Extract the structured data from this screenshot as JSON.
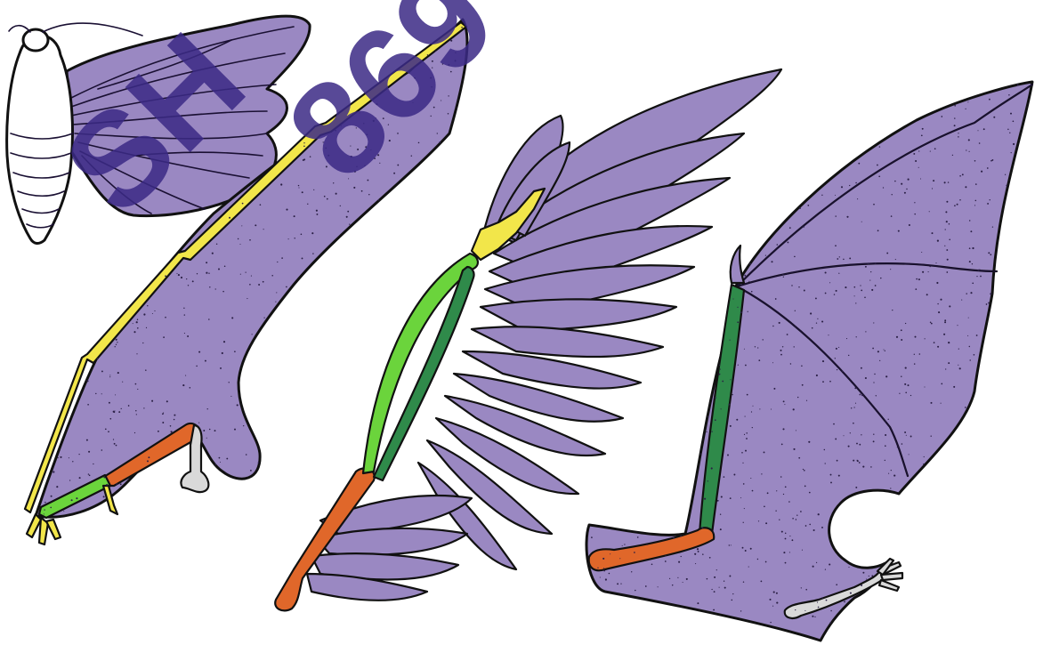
{
  "watermark": {
    "text_left": "SH",
    "text_right": "869"
  },
  "colors": {
    "membrane": "#9a88c2",
    "wing_vein": "#1a1033",
    "bone_yellow": "#f2e64a",
    "bone_orange": "#e0672a",
    "bone_green_light": "#6bd43c",
    "bone_green_dark": "#2f8a4a",
    "bone_gray": "#d9d9d9",
    "outline": "#111111",
    "moth_body": "#ffffff",
    "watermark": "#3b2a86"
  },
  "figures": [
    {
      "id": "moth",
      "label_shown": false
    },
    {
      "id": "pterosaur-wing",
      "label_shown": false
    },
    {
      "id": "bird-wing",
      "label_shown": false
    },
    {
      "id": "bat-wing",
      "label_shown": false
    }
  ]
}
